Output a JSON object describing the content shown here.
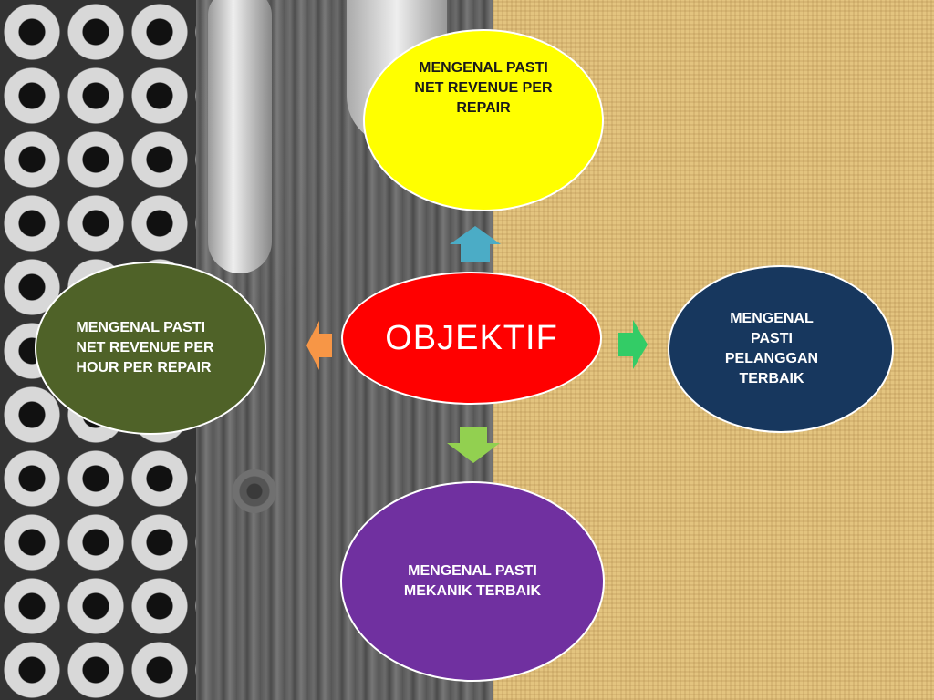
{
  "diagram": {
    "center": {
      "label": "OBJEKTIF",
      "fill": "#ff0000",
      "text_color": "#ffffff"
    },
    "nodes": {
      "top": {
        "label": "MENGENAL PASTI\nNET REVENUE PER\nREPAIR",
        "fill": "#ffff00",
        "text_color": "#1a1a1a"
      },
      "left": {
        "label": "MENGENAL PASTI\nNET REVENUE PER\nHOUR PER REPAIR",
        "fill": "#4f6228",
        "text_color": "#ffffff"
      },
      "right": {
        "label": "MENGENAL\nPASTI\nPELANGGAN\nTERBAIK",
        "fill": "#17375e",
        "text_color": "#ffffff"
      },
      "bottom": {
        "label": "MENGENAL PASTI\nMEKANIK TERBAIK",
        "fill": "#7030a0",
        "text_color": "#ffffff"
      }
    },
    "arrows": {
      "up": {
        "color": "#4bacc6"
      },
      "left": {
        "color": "#f79646"
      },
      "right": {
        "color": "#33cc66"
      },
      "down": {
        "color": "#92d050"
      }
    }
  }
}
